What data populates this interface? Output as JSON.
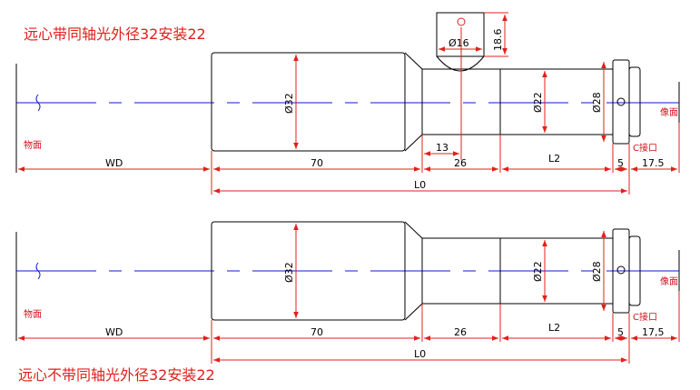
{
  "colors": {
    "title": "#e0201c",
    "dimension": "#e0201c",
    "outline": "#000000",
    "axis": "#1018c8",
    "label": "#d0121a"
  },
  "top_diagram": {
    "title": "远心带同轴光外径32安装22",
    "object_plane": "物面",
    "image_plane": "像面",
    "c_mount": "C接口",
    "dia_main": "Ø32",
    "dia_port": "Ø16",
    "dia_tube": "Ø22",
    "dia_flange": "Ø28",
    "port_height": "18.6",
    "port_offset": "13",
    "wd": "WD",
    "len_main": "70",
    "len_neck": "26",
    "len_tube": "L2",
    "len_flange": "5",
    "len_back": "17.5",
    "total": "L0"
  },
  "bottom_diagram": {
    "title": "远心不带同轴光外径32安装22",
    "object_plane": "物面",
    "image_plane": "像面",
    "c_mount": "C接口",
    "dia_main": "Ø32",
    "dia_tube": "Ø22",
    "dia_flange": "Ø28",
    "wd": "WD",
    "len_main": "70",
    "len_neck": "26",
    "len_tube": "L2",
    "len_flange": "5",
    "len_back": "17,5",
    "total": "L0"
  }
}
